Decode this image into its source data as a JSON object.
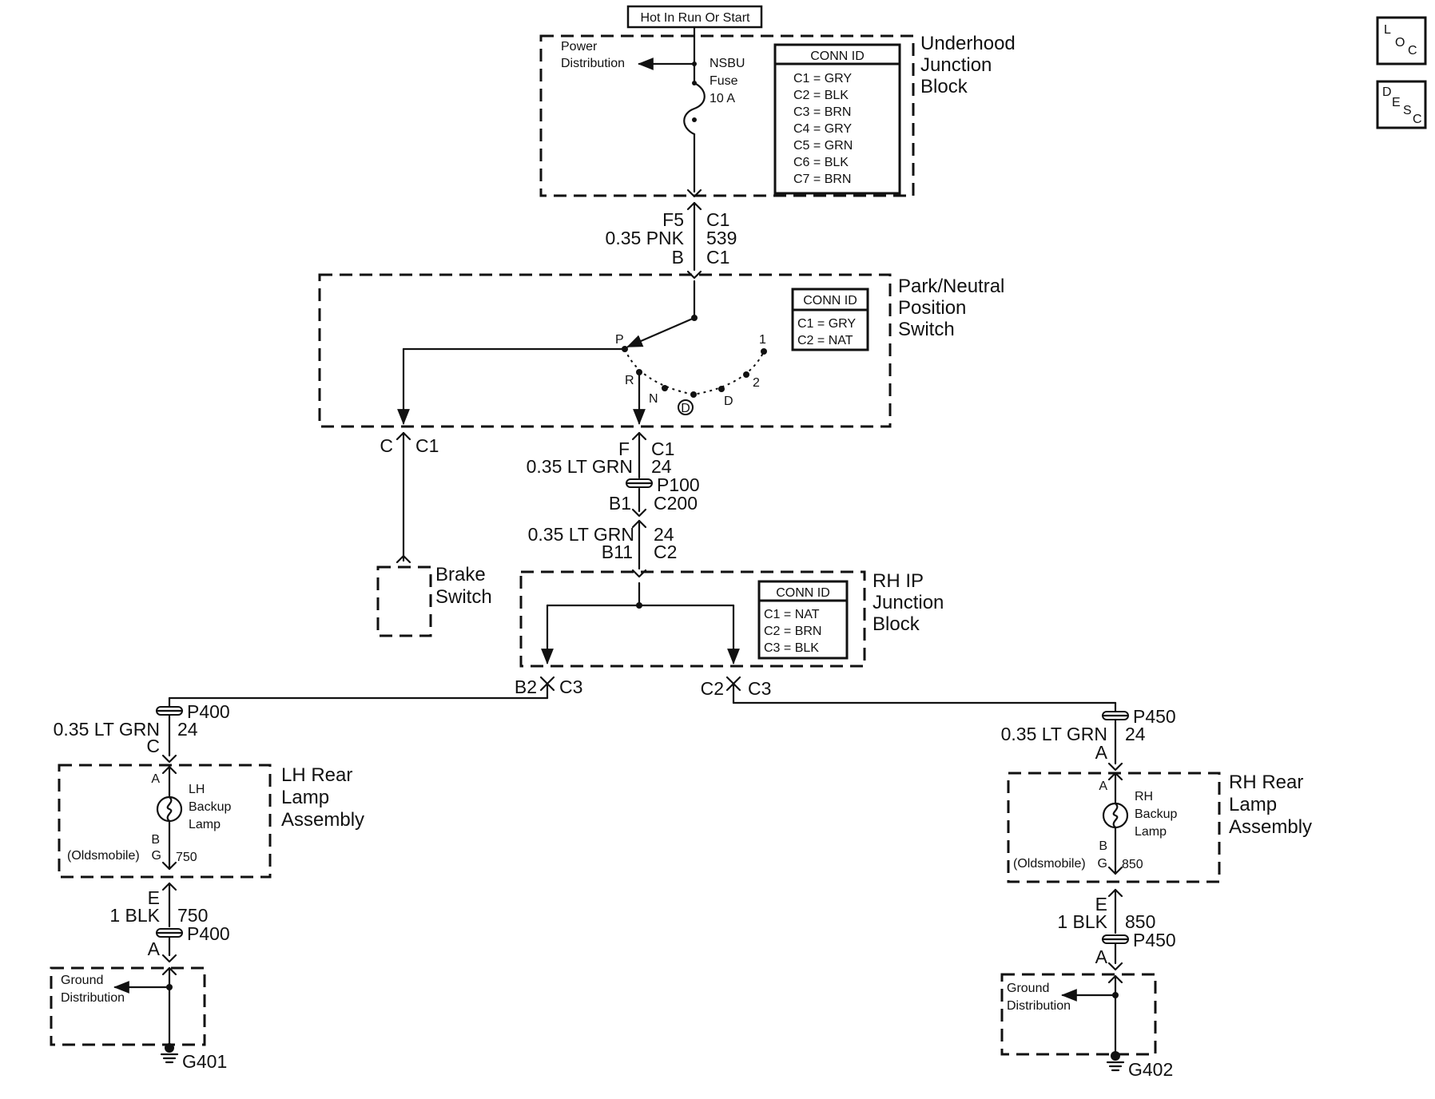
{
  "hot_label": "Hot In Run Or Start",
  "uhjb": {
    "power_distribution": [
      "Power",
      "Distribution"
    ],
    "fuse": [
      "NSBU",
      "Fuse",
      "10 A"
    ],
    "name": [
      "Underhood",
      "Junction",
      "Block"
    ],
    "conn_title": "CONN ID",
    "conn": [
      "C1 = GRY",
      "C2 = BLK",
      "C3 = BRN",
      "C4 = GRY",
      "C5 = GRN",
      "C6 = BLK",
      "C7 = BRN"
    ]
  },
  "wire_539": {
    "term_left": "F5",
    "conn_right": "C1",
    "wire": "0.35 PNK",
    "circuit": "539",
    "term_left2": "B",
    "conn_right2": "C1"
  },
  "pnp": {
    "name": [
      "Park/Neutral",
      "Position",
      "Switch"
    ],
    "conn_title": "CONN ID",
    "conn": [
      "C1 = GRY",
      "C2 = NAT"
    ],
    "positions": {
      "p": "P",
      "r": "R",
      "n": "N",
      "d_circled": "D",
      "d": "D",
      "two": "2",
      "one": "1"
    }
  },
  "brake_link": {
    "term": "C",
    "conn": "C1"
  },
  "wire_24_a": {
    "term": "F",
    "conn": "C1",
    "wire": "0.35 LT GRN",
    "circuit": "24",
    "splice": "P100",
    "term2": "B1",
    "conn2": "C200"
  },
  "wire_24_b": {
    "wire": "0.35 LT GRN",
    "circuit": "24",
    "term": "B11",
    "conn": "C2"
  },
  "brake_switch": [
    "Brake",
    "Switch"
  ],
  "ripjb": {
    "name": [
      "RH IP",
      "Junction",
      "Block"
    ],
    "conn_title": "CONN ID",
    "conn": [
      "C1 = NAT",
      "C2 = BRN",
      "C3 = BLK"
    ],
    "left_out": {
      "term": "B2",
      "conn": "C3"
    },
    "right_out": {
      "term": "C2",
      "conn": "C3"
    }
  },
  "lh": {
    "splice_top": "P400",
    "wire": "0.35 LT GRN",
    "circuit": "24",
    "term_top": "C",
    "pin_a": "A",
    "lamp": [
      "LH",
      "Backup",
      "Lamp"
    ],
    "pin_b": "B",
    "olds": "(Oldsmobile)",
    "pin_g": "G",
    "circuit_g": "750",
    "name": [
      "LH Rear",
      "Lamp",
      "Assembly"
    ],
    "term_e": "E",
    "wire_gnd": "1 BLK",
    "circuit_gnd": "750",
    "splice_bot": "P400",
    "term_a2": "A",
    "ground_dist": [
      "Ground",
      "Distribution"
    ],
    "ground": "G401"
  },
  "rh": {
    "splice_top": "P450",
    "wire": "0.35 LT GRN",
    "circuit": "24",
    "term_top": "A",
    "pin_a": "A",
    "lamp": [
      "RH",
      "Backup",
      "Lamp"
    ],
    "pin_b": "B",
    "olds": "(Oldsmobile)",
    "pin_g": "G",
    "circuit_g": "850",
    "name": [
      "RH Rear",
      "Lamp",
      "Assembly"
    ],
    "term_e": "E",
    "wire_gnd": "1 BLK",
    "circuit_gnd": "850",
    "splice_bot": "P450",
    "term_a2": "A",
    "ground_dist": [
      "Ground",
      "Distribution"
    ],
    "ground": "G402"
  },
  "icons": {
    "loc": {
      "main1": "L",
      "main2": "O",
      "main3": "C"
    },
    "desc": {
      "main1": "D",
      "main2": "E",
      "main3": "S",
      "main4": "C"
    }
  }
}
